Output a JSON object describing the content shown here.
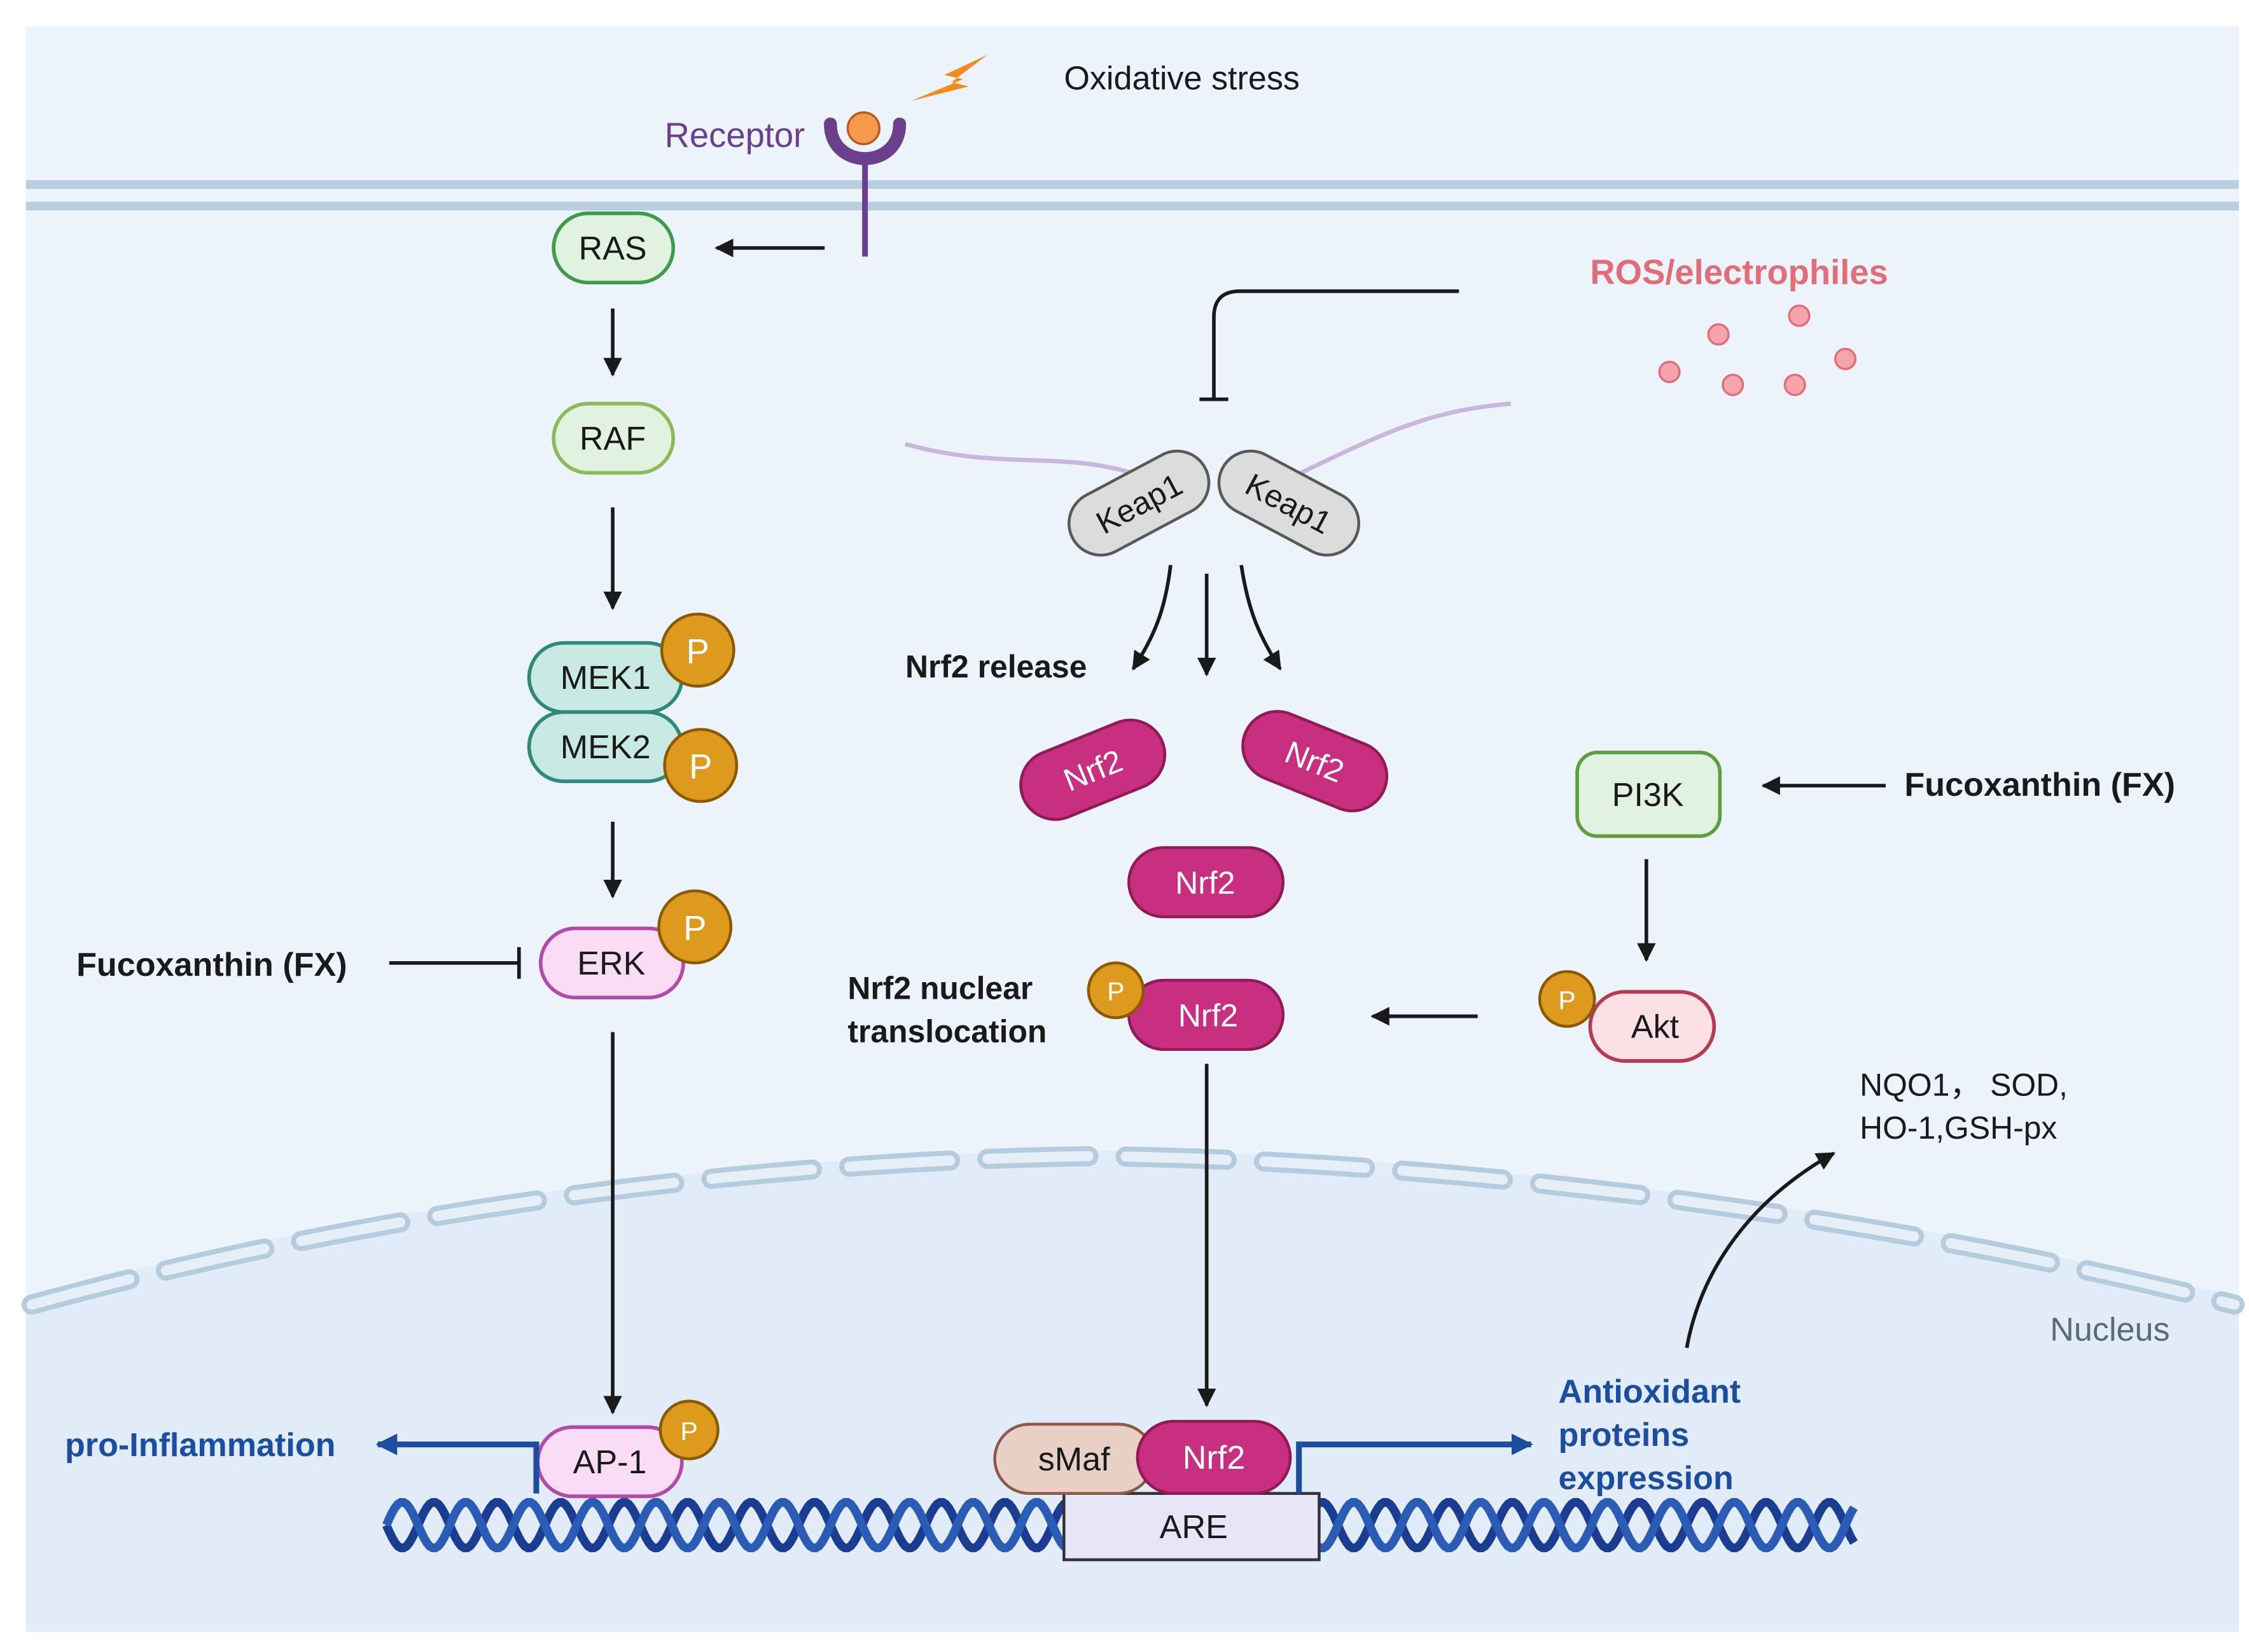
{
  "labels": {
    "oxidative_stress": "Oxidative stress",
    "receptor": "Receptor",
    "ros": "ROS/electrophiles",
    "nrf2_release": "Nrf2 release",
    "nrf2_translocation_1": "Nrf2 nuclear",
    "nrf2_translocation_2": "translocation",
    "fx_left": "Fucoxanthin (FX)",
    "fx_right": "Fucoxanthin (FX)",
    "genes_1": "NQO1， SOD,",
    "genes_2": "HO-1,GSH-px",
    "nucleus": "Nucleus",
    "pro_inflammation": "pro-Inflammation",
    "antioxidant_1": "Antioxidant",
    "antioxidant_2": "proteins",
    "antioxidant_3": "expression"
  },
  "nodes": {
    "ras": "RAS",
    "raf": "RAF",
    "mek1": "MEK1",
    "mek2": "MEK2",
    "erk": "ERK",
    "ap1": "AP-1",
    "keap1_a": "Keap1",
    "keap1_b": "Keap1",
    "nrf2_a": "Nrf2",
    "nrf2_b": "Nrf2",
    "nrf2_c": "Nrf2",
    "nrf2_d": "Nrf2",
    "nrf2_e": "Nrf2",
    "smaf": "sMaf",
    "are": "ARE",
    "pi3k": "PI3K",
    "akt": "Akt",
    "phospho": "P"
  },
  "colors": {
    "cytoplasm": "#ecf3fb",
    "nucleus": "#e1ecf8",
    "membrane": "#b9cfdf",
    "receptor": "#6a3f8e",
    "ligand": "#f59a4a",
    "lightning": "#f28c1e",
    "ros": "#e06e78",
    "green_fill": "#e2f2e1",
    "green_stroke": "#3f9b4c",
    "teal_fill": "#c8e8e2",
    "teal_stroke": "#2d8a7a",
    "pink_fill": "#f7dcf4",
    "pink_stroke": "#b34aa5",
    "nrf2_fill": "#c92f80",
    "nrf2_stroke": "#8e1a56",
    "keap1_fill": "#dcdcdc",
    "keap1_stroke": "#595959",
    "phospho_fill": "#de9a1c",
    "phospho_stroke": "#8a5a00",
    "smaf_fill": "#e8d0c4",
    "smaf_stroke": "#8b5a48",
    "akt_fill": "#fbe1e6",
    "akt_stroke": "#b63a52",
    "are_fill": "#e6e6f8",
    "dna": "#1b3d91",
    "blue_text": "#1b4ea0",
    "arrow": "#1a1a1a"
  }
}
